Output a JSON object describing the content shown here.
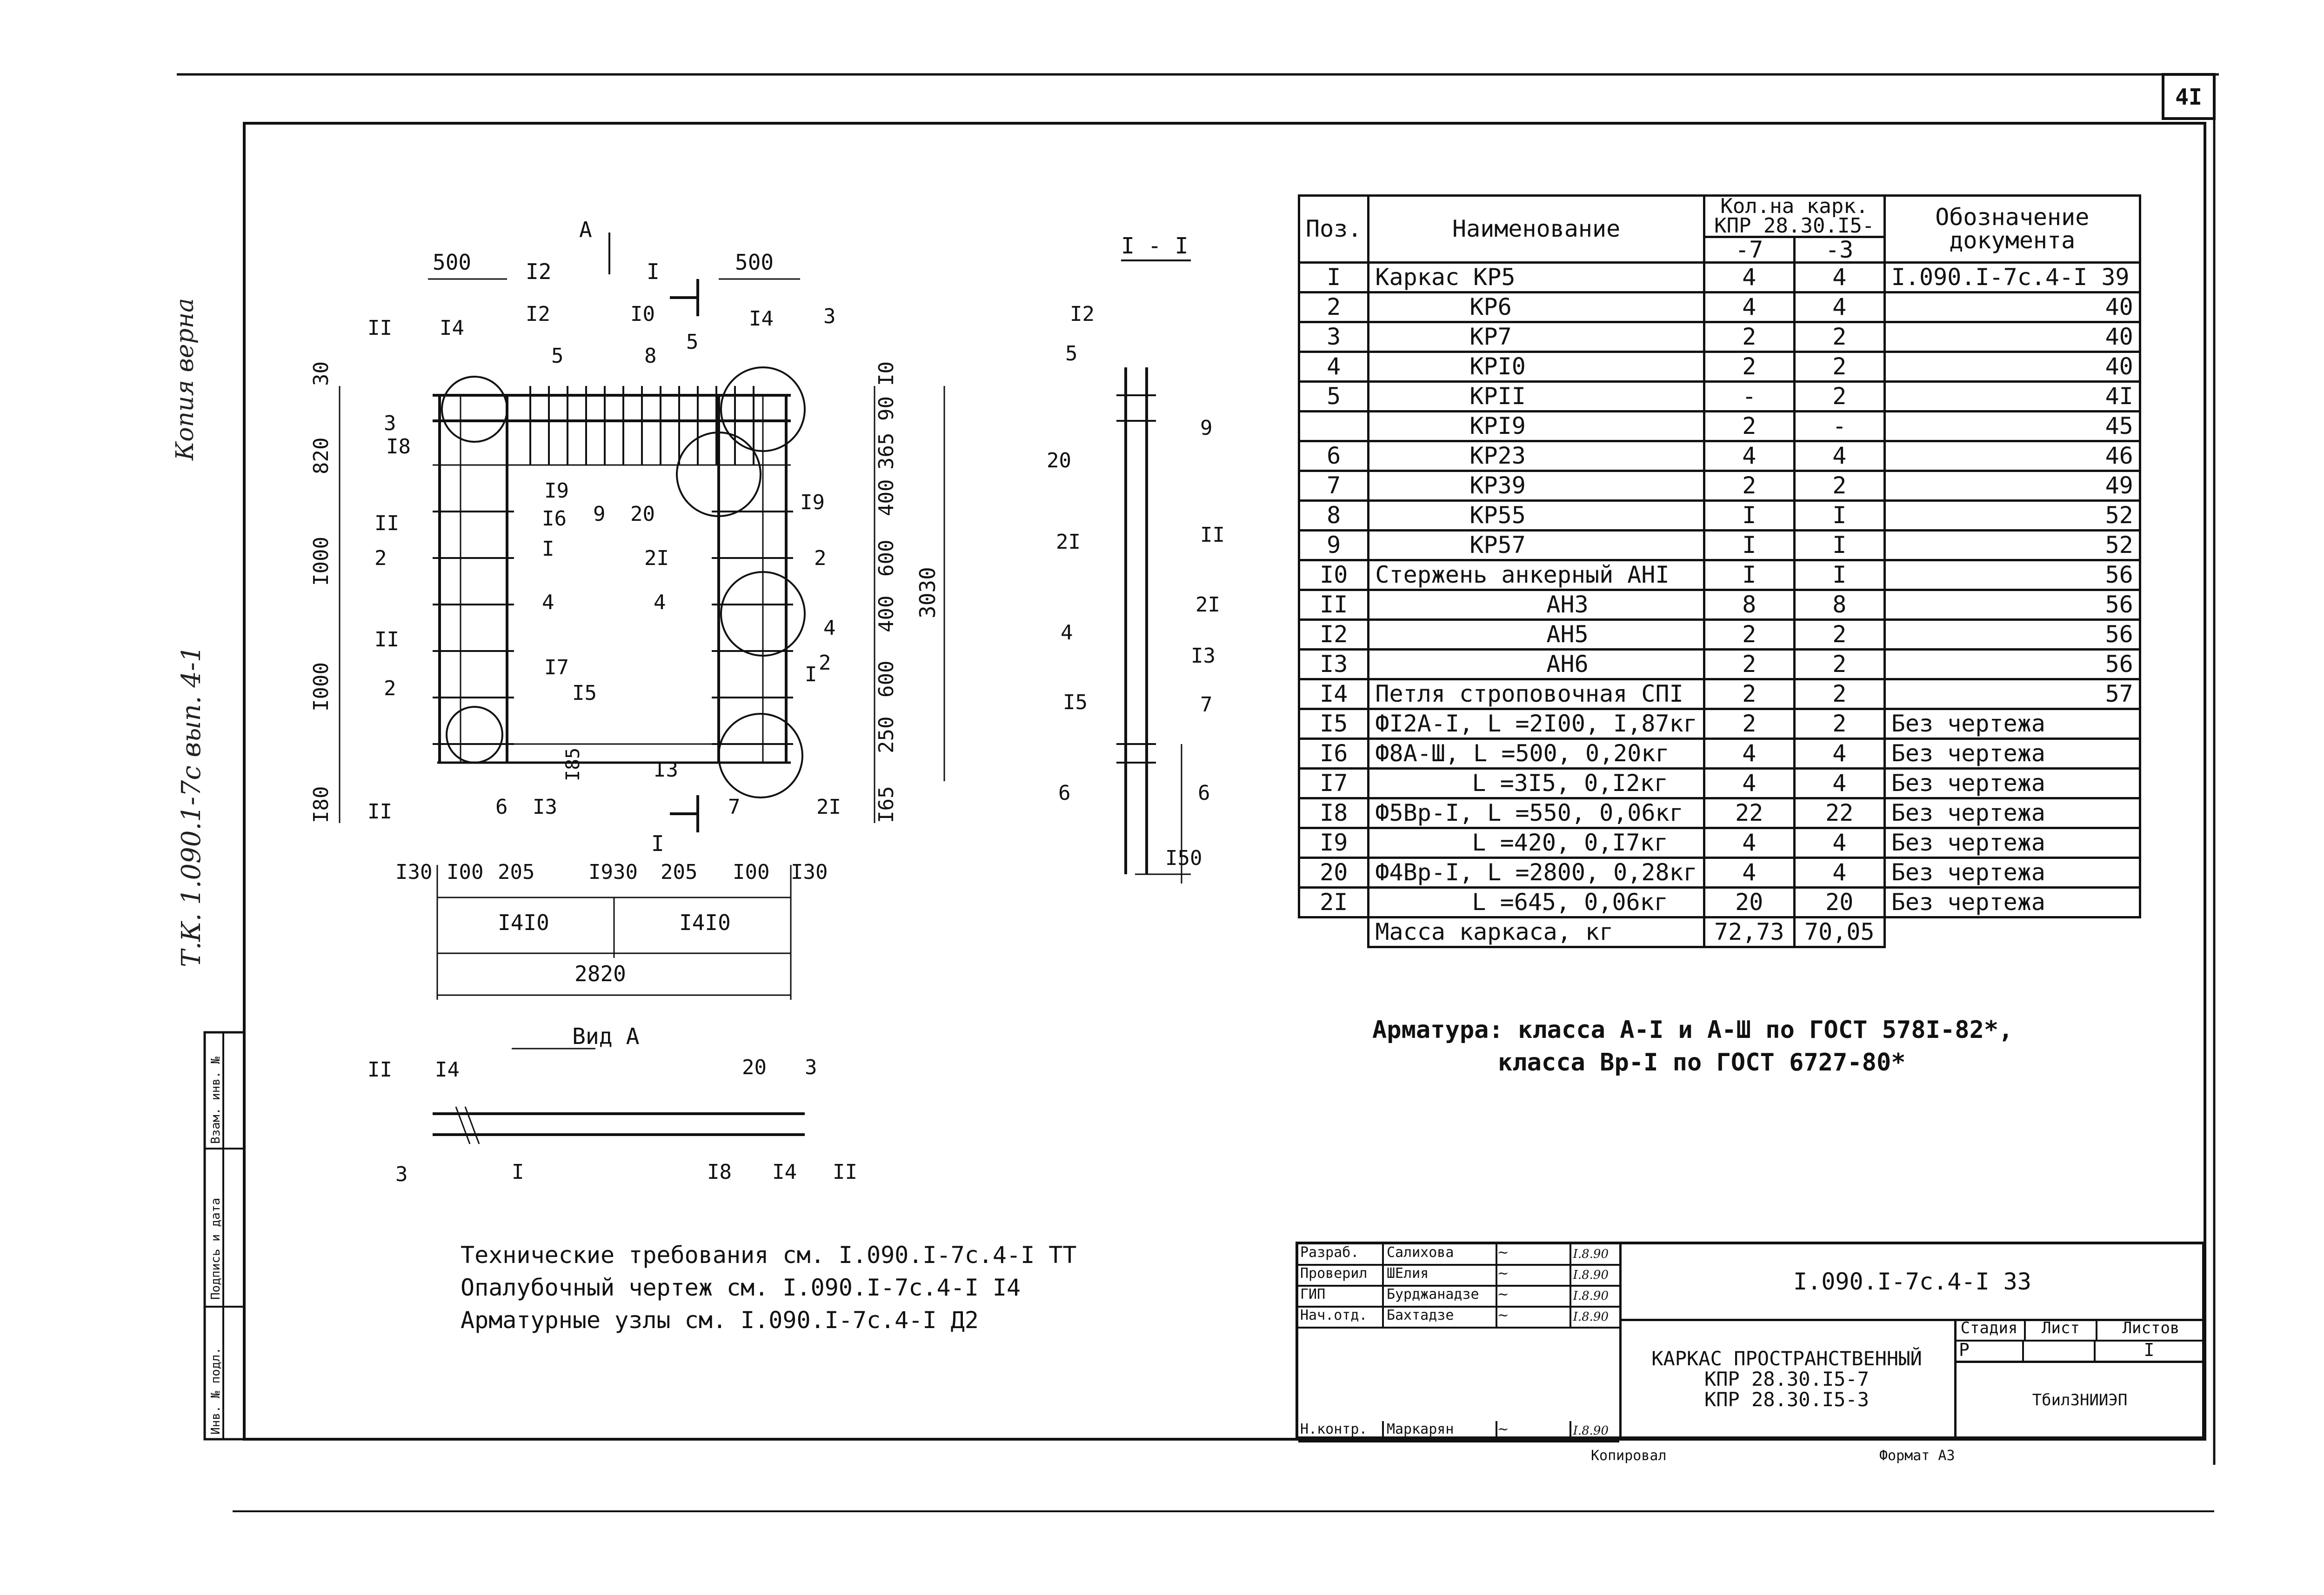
{
  "sheet_number": "4I",
  "margin_note_left": "Копия верна",
  "margin_note_code": "Т.К. 1.090.1-7с вып. 4-1",
  "stamp_fields": [
    "Инв. № подл.",
    "Подпись и дата",
    "Взам. инв. №"
  ],
  "drawing": {
    "top_labels": [
      "500",
      "I2",
      "A",
      "I",
      "500"
    ],
    "section_title": "I - I",
    "view_title": "Вид А",
    "cut_mark": "I",
    "left_dims": [
      "30",
      "820",
      "I000",
      "I000",
      "I80"
    ],
    "right_dims": [
      "I0",
      "90",
      "365",
      "400",
      "600",
      "400",
      "600",
      "250",
      "I65"
    ],
    "total_height": "3030",
    "bottom_dims": [
      "I30",
      "I00",
      "205",
      "I930",
      "205",
      "I00",
      "I30"
    ],
    "half_dims": [
      "I4I0",
      "I4I0"
    ],
    "total_width": "2820",
    "pos_marks_main": [
      "II",
      "I4",
      "I2",
      "5",
      "I0",
      "8",
      "5",
      "I4",
      "3",
      "3",
      "I8",
      "I9",
      "I6",
      "9",
      "20",
      "I9",
      "II",
      "2",
      "I",
      "2I",
      "2",
      "4",
      "4",
      "4",
      "II",
      "2",
      "I7",
      "I5",
      "2",
      "I",
      "I85",
      "I3",
      "II",
      "6",
      "I3",
      "7",
      "2I"
    ],
    "pos_marks_section": [
      "I2",
      "5",
      "20",
      "9",
      "2I",
      "II",
      "2I",
      "4",
      "I3",
      "I5",
      "7",
      "6",
      "6",
      "I50"
    ],
    "pos_marks_view": [
      "II",
      "I4",
      "20",
      "3",
      "3",
      "I",
      "I8",
      "I4",
      "II"
    ]
  },
  "spec_table": {
    "headers": {
      "pos": "Поз.",
      "name": "Наименование",
      "qty": "Кол.на карк. КПР 28.30.I5-",
      "qty_a": "-7",
      "qty_b": "-3",
      "doc": "Обозначение документа"
    },
    "rows": [
      {
        "pos": "I",
        "name": "Каркас КР5",
        "a": "4",
        "b": "4",
        "doc": "I.090.I-7с.4-I 39"
      },
      {
        "pos": "2",
        "name": "КР6",
        "a": "4",
        "b": "4",
        "doc": "40"
      },
      {
        "pos": "3",
        "name": "КР7",
        "a": "2",
        "b": "2",
        "doc": "40"
      },
      {
        "pos": "4",
        "name": "КРI0",
        "a": "2",
        "b": "2",
        "doc": "40"
      },
      {
        "pos": "5",
        "name": "КРII",
        "a": "-",
        "b": "2",
        "doc": "4I"
      },
      {
        "pos": "",
        "name": "КРI9",
        "a": "2",
        "b": "-",
        "doc": "45"
      },
      {
        "pos": "6",
        "name": "КР23",
        "a": "4",
        "b": "4",
        "doc": "46"
      },
      {
        "pos": "7",
        "name": "КР39",
        "a": "2",
        "b": "2",
        "doc": "49"
      },
      {
        "pos": "8",
        "name": "КР55",
        "a": "I",
        "b": "I",
        "doc": "52"
      },
      {
        "pos": "9",
        "name": "КР57",
        "a": "I",
        "b": "I",
        "doc": "52"
      },
      {
        "pos": "I0",
        "name": "Стержень анкерный АНI",
        "a": "I",
        "b": "I",
        "doc": "56"
      },
      {
        "pos": "II",
        "name": "АН3",
        "a": "8",
        "b": "8",
        "doc": "56"
      },
      {
        "pos": "I2",
        "name": "АН5",
        "a": "2",
        "b": "2",
        "doc": "56"
      },
      {
        "pos": "I3",
        "name": "АН6",
        "a": "2",
        "b": "2",
        "doc": "56"
      },
      {
        "pos": "I4",
        "name": "Петля строповочная СПI",
        "a": "2",
        "b": "2",
        "doc": "57"
      },
      {
        "pos": "I5",
        "name": "ФI2А-I, L =2I00, I,87кг",
        "a": "2",
        "b": "2",
        "doc": "Без чертежа"
      },
      {
        "pos": "I6",
        "name": "Ф8А-Ш, L =500, 0,20кг",
        "a": "4",
        "b": "4",
        "doc": "Без чертежа"
      },
      {
        "pos": "I7",
        "name": "L =3I5, 0,I2кг",
        "a": "4",
        "b": "4",
        "doc": "Без чертежа"
      },
      {
        "pos": "I8",
        "name": "Ф5Вр-I, L =550, 0,06кг",
        "a": "22",
        "b": "22",
        "doc": "Без чертежа"
      },
      {
        "pos": "I9",
        "name": "L =420, 0,I7кг",
        "a": "4",
        "b": "4",
        "doc": "Без чертежа"
      },
      {
        "pos": "20",
        "name": "Ф4Вр-I, L =2800, 0,28кг",
        "a": "4",
        "b": "4",
        "doc": "Без чертежа"
      },
      {
        "pos": "2I",
        "name": "L =645, 0,06кг",
        "a": "20",
        "b": "20",
        "doc": "Без чертежа"
      }
    ],
    "mass_label": "Масса каркаса, кг",
    "mass_a": "72,73",
    "mass_b": "70,05"
  },
  "notes": {
    "armature_1": "Арматура: класса А-I и А-Ш по ГОСТ 578I-82*,",
    "armature_2": "класса Вр-I по ГОСТ 6727-80*",
    "req_1": "Технические требования см. I.090.I-7с.4-I ТТ",
    "req_2": "Опалубочный чертеж см. I.090.I-7с.4-I I4",
    "req_3": "Арматурные узлы см. I.090.I-7с.4-I Д2"
  },
  "title_block": {
    "roles": [
      "Разраб.",
      "Проверил",
      "ГИП",
      "Нач.отд.",
      "Н.контр."
    ],
    "names": [
      "Салихова",
      "ШЕлия",
      "Бурджанадзе",
      "Бахтадзе",
      "Маркарян"
    ],
    "dates": [
      "I.8.90",
      "I.8.90",
      "I.8.90",
      "I.8.90",
      "I.8.90"
    ],
    "doc_code": "I.090.I-7с.4-I 33",
    "title_1": "КАРКАС ПРОСТРАНСТВЕННЫЙ",
    "title_2": "КПР 28.30.I5-7",
    "title_3": "КПР 28.30.I5-3",
    "stage_label": "Стадия",
    "sheet_label": "Лист",
    "sheets_label": "Листов",
    "stage": "Р",
    "sheets": "I",
    "org": "ТбилЗНИИЭП"
  },
  "footer": {
    "copied": "Копировал",
    "format": "Формат А3"
  }
}
